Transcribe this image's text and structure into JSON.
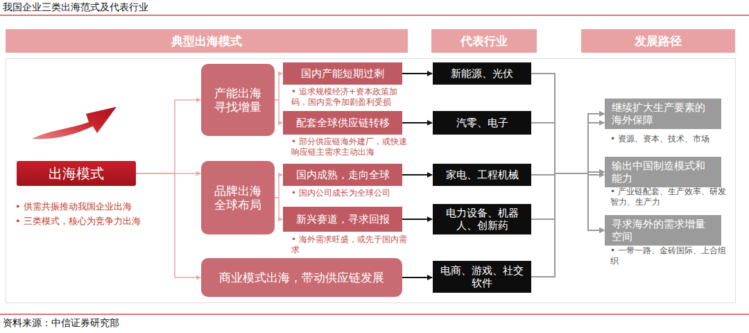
{
  "diagram": {
    "title": "我国企业三类出海范式及代表行业",
    "caption": "资料来源：中信证券研究部",
    "nodes": [
      {
        "text": [
          "典型出海模式"
        ]
      },
      {
        "text": [
          "代表行业"
        ]
      },
      {
        "text": [
          "发展路径"
        ]
      },
      {
        "text": [
          "出海模式"
        ]
      },
      {
        "text": [
          "产能出海 寻找增量"
        ]
      },
      {
        "text": [
          "国内产能短期过剩"
        ]
      },
      {
        "text": [
          "配套全球供应链转移"
        ]
      },
      {
        "text": [
          "品牌出海 全球布局"
        ]
      },
      {
        "text": [
          "国内成熟，走向全球"
        ]
      },
      {
        "text": [
          "新兴赛道，寻求回报"
        ]
      },
      {
        "text": [
          "商业模式出海，带动供应链发展"
        ]
      },
      {
        "text": [
          "新能源、光伏"
        ]
      },
      {
        "text": [
          "汽零、电子"
        ]
      },
      {
        "text": [
          "家电、工程机械"
        ]
      },
      {
        "text": [
          "电力设备、机器人、创新药"
        ]
      },
      {
        "text": [
          "电商、游戏、社交软件"
        ]
      },
      {
        "text": [
          "继续扩大生产要素的海外保障"
        ]
      },
      {
        "text": [
          "输出中国制造模式和能力"
        ]
      },
      {
        "text": [
          "寻求海外的需求增量空间"
        ]
      }
    ],
    "edges": [
      {
        "from": 3,
        "to": 4,
        "arrow": "to"
      },
      {
        "from": 3,
        "to": 7,
        "arrow": "to"
      },
      {
        "from": 3,
        "to": 10,
        "arrow": "to"
      },
      {
        "from": 4,
        "to": 5,
        "arrow": "to"
      },
      {
        "from": 4,
        "to": 6,
        "arrow": "to"
      },
      {
        "from": 7,
        "to": 8,
        "arrow": "to"
      },
      {
        "from": 7,
        "to": 9,
        "arrow": "to"
      },
      {
        "from": 5,
        "to": 11,
        "arrow": "to"
      },
      {
        "from": 6,
        "to": 12,
        "arrow": "to"
      },
      {
        "from": 8,
        "to": 13,
        "arrow": "to"
      },
      {
        "from": 9,
        "to": 14,
        "arrow": "to"
      },
      {
        "from": 10,
        "to": 15,
        "arrow": "to"
      },
      {
        "from": 11,
        "to": 16,
        "arrow": "to"
      },
      {
        "from": 11,
        "to": 17,
        "arrow": "to"
      },
      {
        "from": 11,
        "to": 18,
        "arrow": "to"
      },
      {
        "from": 12,
        "to": 16,
        "arrow": "to"
      },
      {
        "from": 12,
        "to": 17,
        "arrow": "to"
      },
      {
        "from": 12,
        "to": 18,
        "arrow": "to"
      },
      {
        "from": 13,
        "to": 16,
        "arrow": "to"
      },
      {
        "from": 13,
        "to": 17,
        "arrow": "to"
      },
      {
        "from": 13,
        "to": 18,
        "arrow": "to"
      },
      {
        "from": 14,
        "to": 16,
        "arrow": "to"
      },
      {
        "from": 14,
        "to": 17,
        "arrow": "to"
      },
      {
        "from": 14,
        "to": 18,
        "arrow": "to"
      },
      {
        "from": 15,
        "to": 16,
        "arrow": "to"
      },
      {
        "from": 15,
        "to": 17,
        "arrow": "to"
      },
      {
        "from": 15,
        "to": 18,
        "arrow": "to"
      }
    ],
    "labels": [
      "• 供需共振推动我国企业出海",
      "• 三类模式，核心为竞争力出海",
      "• 追求规模经济+资本政策加码，国内竞争加剧盈利受损",
      "• 部分供应链海外建厂，或快速响应链主需求主动出海",
      "• 国内公司成长为全球公司",
      "• 海外需求旺盛，或先于国内需求",
      "• 资源、资本、技术、市场",
      "• 产业链配套、生产效率、研发智力、生产力",
      "• 一带一路、金砖国际、上合组织"
    ]
  }
}
